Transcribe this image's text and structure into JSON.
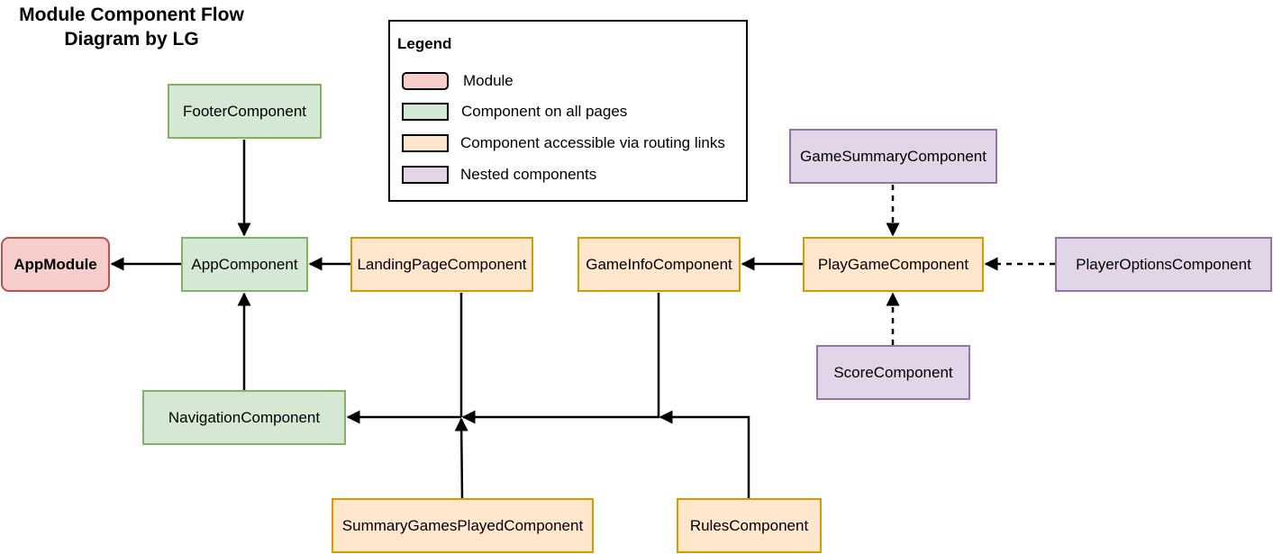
{
  "title": {
    "line1": "Module Component Flow",
    "line2": "Diagram by LG"
  },
  "legend": {
    "heading": "Legend",
    "items": [
      {
        "label": "Module"
      },
      {
        "label": "Component on all pages"
      },
      {
        "label": "Component accessible via routing links"
      },
      {
        "label": "Nested components"
      }
    ]
  },
  "colors": {
    "module_fill": "#f8cecc",
    "module_stroke": "#b85450",
    "green_fill": "#d5e8d4",
    "green_stroke": "#82b366",
    "orange_fill": "#ffe6cc",
    "orange_stroke": "#d79b00",
    "purple_fill": "#e1d5e7",
    "purple_stroke": "#9673a6"
  },
  "nodes": {
    "app_module": "AppModule",
    "footer": "FooterComponent",
    "app": "AppComponent",
    "navigation": "NavigationComponent",
    "landing_page": "LandingPageComponent",
    "game_info": "GameInfoComponent",
    "play_game": "PlayGameComponent",
    "game_summary": "GameSummaryComponent",
    "player_options": "PlayerOptionsComponent",
    "score": "ScoreComponent",
    "summary_games_played": "SummaryGamesPlayedComponent",
    "rules": "RulesComponent"
  }
}
